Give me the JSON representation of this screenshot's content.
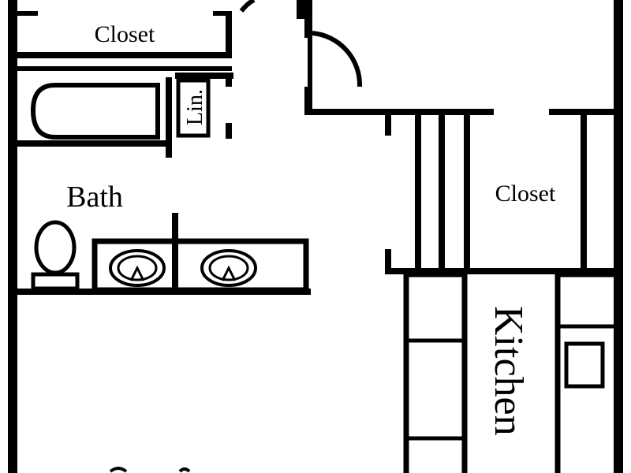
{
  "plan": {
    "rooms": [
      {
        "id": "closet-top",
        "label": "Closet"
      },
      {
        "id": "linen",
        "label": "Lin."
      },
      {
        "id": "bath",
        "label": "Bath"
      },
      {
        "id": "closet-right",
        "label": "Closet"
      },
      {
        "id": "kitchen",
        "label": "Kitchen"
      }
    ],
    "colors": {
      "wall": "#000000",
      "background": "#ffffff"
    }
  }
}
